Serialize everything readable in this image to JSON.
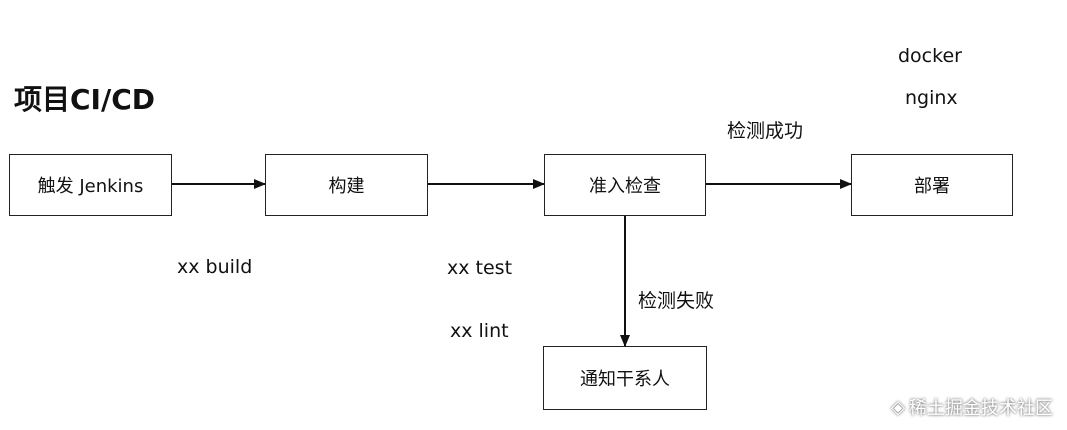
{
  "title": "项目CI/CD",
  "nodes": {
    "trigger": "触发 Jenkins",
    "build": "构建",
    "check": "准入检查",
    "deploy": "部署",
    "notify": "通知干系人"
  },
  "labels": {
    "build_cmd": "xx build",
    "test_cmd": "xx test",
    "lint_cmd": "xx lint",
    "success": "检测成功",
    "failure": "检测失败",
    "docker": "docker",
    "nginx": "nginx"
  },
  "watermark": {
    "icon": "juejin-logo-icon",
    "text": "稀土掘金技术社区"
  }
}
